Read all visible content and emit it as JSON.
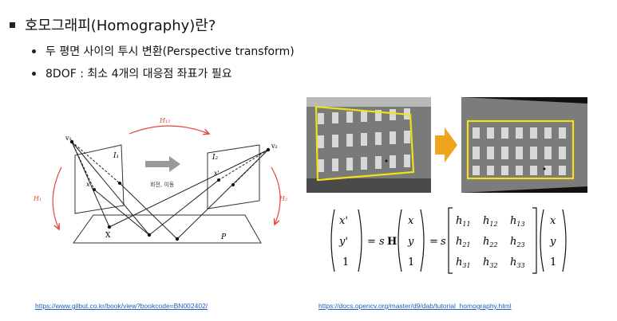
{
  "heading": "호모그래피(Homography)란?",
  "bullets": [
    "두 평면 사이의 투시 변환(Perspective transform)",
    "8DOF : 최소 4개의 대응점 좌표가 필요"
  ],
  "diagram": {
    "h12": "H₁₂",
    "h1": "H₁",
    "h2": "H₂",
    "i1": "I₁",
    "i2": "I₂",
    "v1": "v₁",
    "v2": "v₂",
    "x": "x",
    "xprime": "x'",
    "X": "X",
    "P": "P",
    "arrow_caption": "회전, 이동"
  },
  "links": {
    "left": "https://www.gilbut.co.kr/book/view?bookcode=BN002402/",
    "right": "https://docs.opencv.org/master/d9/dab/tutorial_homography.html"
  },
  "colors": {
    "accent_red": "#e8433a",
    "highlight_yellow": "#f2e01a",
    "arrow_orange": "#f0a31c",
    "link_blue": "#1f5fbf"
  }
}
